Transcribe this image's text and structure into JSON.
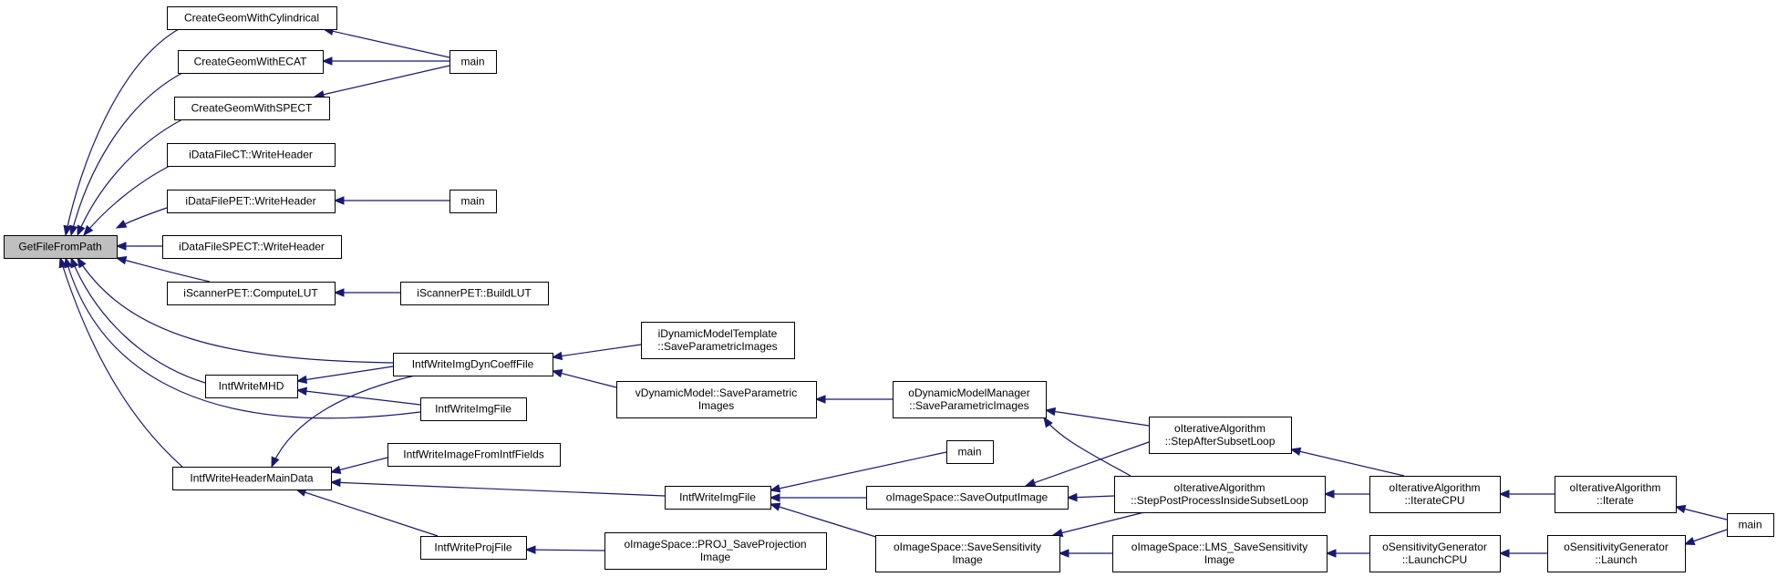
{
  "graph": {
    "colors": {
      "edge": "#191970",
      "root_fill": "#bfbfbf",
      "node_fill": "#ffffff",
      "node_stroke": "#000000"
    },
    "nodes": [
      {
        "id": "root",
        "label": "GetFileFromPath",
        "root": true
      },
      {
        "id": "cgcyl",
        "label": "CreateGeomWithCylindrical"
      },
      {
        "id": "cgecat",
        "label": "CreateGeomWithECAT"
      },
      {
        "id": "cgspect",
        "label": "CreateGeomWithSPECT"
      },
      {
        "id": "main1",
        "label": "main"
      },
      {
        "id": "dfct",
        "label": "iDataFileCT::WriteHeader"
      },
      {
        "id": "dfpet",
        "label": "iDataFilePET::WriteHeader"
      },
      {
        "id": "main2",
        "label": "main"
      },
      {
        "id": "dfspect",
        "label": "iDataFileSPECT::WriteHeader"
      },
      {
        "id": "spcomp",
        "label": "iScannerPET::ComputeLUT"
      },
      {
        "id": "spbuild",
        "label": "iScannerPET::BuildLUT"
      },
      {
        "id": "wmhd",
        "label": "IntfWriteMHD"
      },
      {
        "id": "wdyn",
        "label": "IntfWriteImgDynCoeffFile"
      },
      {
        "id": "wimg1",
        "label": "IntfWriteImgFile"
      },
      {
        "id": "dmt",
        "label": [
          "iDynamicModelTemplate",
          "::SaveParametricImages"
        ]
      },
      {
        "id": "vdm",
        "label": [
          "vDynamicModel::SaveParametric",
          "Images"
        ]
      },
      {
        "id": "odmm",
        "label": [
          "oDynamicModelManager",
          "::SaveParametricImages"
        ]
      },
      {
        "id": "whmd",
        "label": "IntfWriteHeaderMainData"
      },
      {
        "id": "wiff",
        "label": "IntfWriteImageFromIntfFields"
      },
      {
        "id": "wproj",
        "label": "IntfWriteProjFile"
      },
      {
        "id": "wimg2",
        "label": "IntfWriteImgFile"
      },
      {
        "id": "main3",
        "label": "main"
      },
      {
        "id": "saveout",
        "label": "oImageSpace::SaveOutputImage"
      },
      {
        "id": "savesens",
        "label": [
          "oImageSpace::SaveSensitivity",
          "Image"
        ]
      },
      {
        "id": "projsave",
        "label": [
          "oImageSpace::PROJ_SaveProjection",
          "Image"
        ]
      },
      {
        "id": "stepafter",
        "label": [
          "oIterativeAlgorithm",
          "::StepAfterSubsetLoop"
        ]
      },
      {
        "id": "steppost",
        "label": [
          "oIterativeAlgorithm",
          "::StepPostProcessInsideSubsetLoop"
        ]
      },
      {
        "id": "lmssave",
        "label": [
          "oImageSpace::LMS_SaveSensitivity",
          "Image"
        ]
      },
      {
        "id": "itercpu",
        "label": [
          "oIterativeAlgorithm",
          "::IterateCPU"
        ]
      },
      {
        "id": "iterate",
        "label": [
          "oIterativeAlgorithm",
          "::Iterate"
        ]
      },
      {
        "id": "sglaunchcpu",
        "label": [
          "oSensitivityGenerator",
          "::LaunchCPU"
        ]
      },
      {
        "id": "sglaunch",
        "label": [
          "oSensitivityGenerator",
          "::Launch"
        ]
      },
      {
        "id": "main4",
        "label": "main"
      }
    ]
  }
}
